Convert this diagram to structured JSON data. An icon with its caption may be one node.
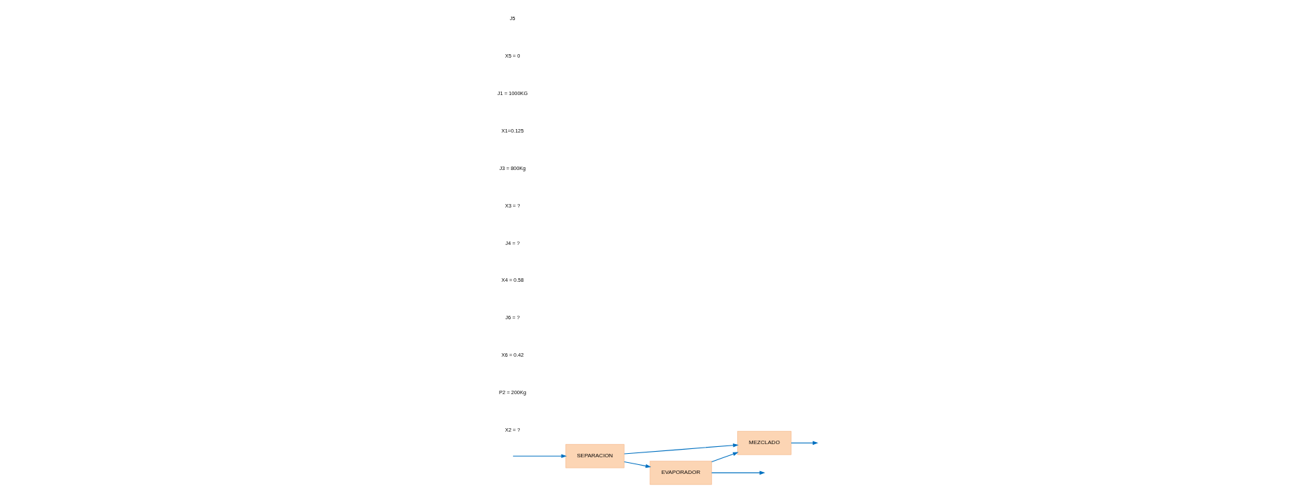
{
  "diagram": {
    "nodes": [
      {
        "text": [
          "SEPARACION"
        ]
      },
      {
        "text": [
          "EVAPORADOR"
        ]
      },
      {
        "text": [
          "MEZCLADO"
        ]
      }
    ],
    "edges": [
      {
        "from": null,
        "to": 0,
        "arrow": "to"
      },
      {
        "from": 0,
        "to": 1,
        "arrow": "to"
      },
      {
        "from": 1,
        "to": null,
        "arrow": "to"
      },
      {
        "from": 1,
        "to": 2,
        "arrow": "to"
      },
      {
        "from": 2,
        "to": null,
        "arrow": "to"
      },
      {
        "from": 0,
        "to": 2,
        "arrow": "to"
      }
    ],
    "labels": [
      "J5",
      "X5 = 0",
      "J1 = 1000KG",
      "X1=0.125",
      "J3 = 800Kg",
      "X3 = ?",
      "J4 = ?",
      "X4 = 0.58",
      "J6 = ?",
      "X6 = 0.42",
      "P2 = 200Kg",
      "X2 = ?"
    ]
  }
}
